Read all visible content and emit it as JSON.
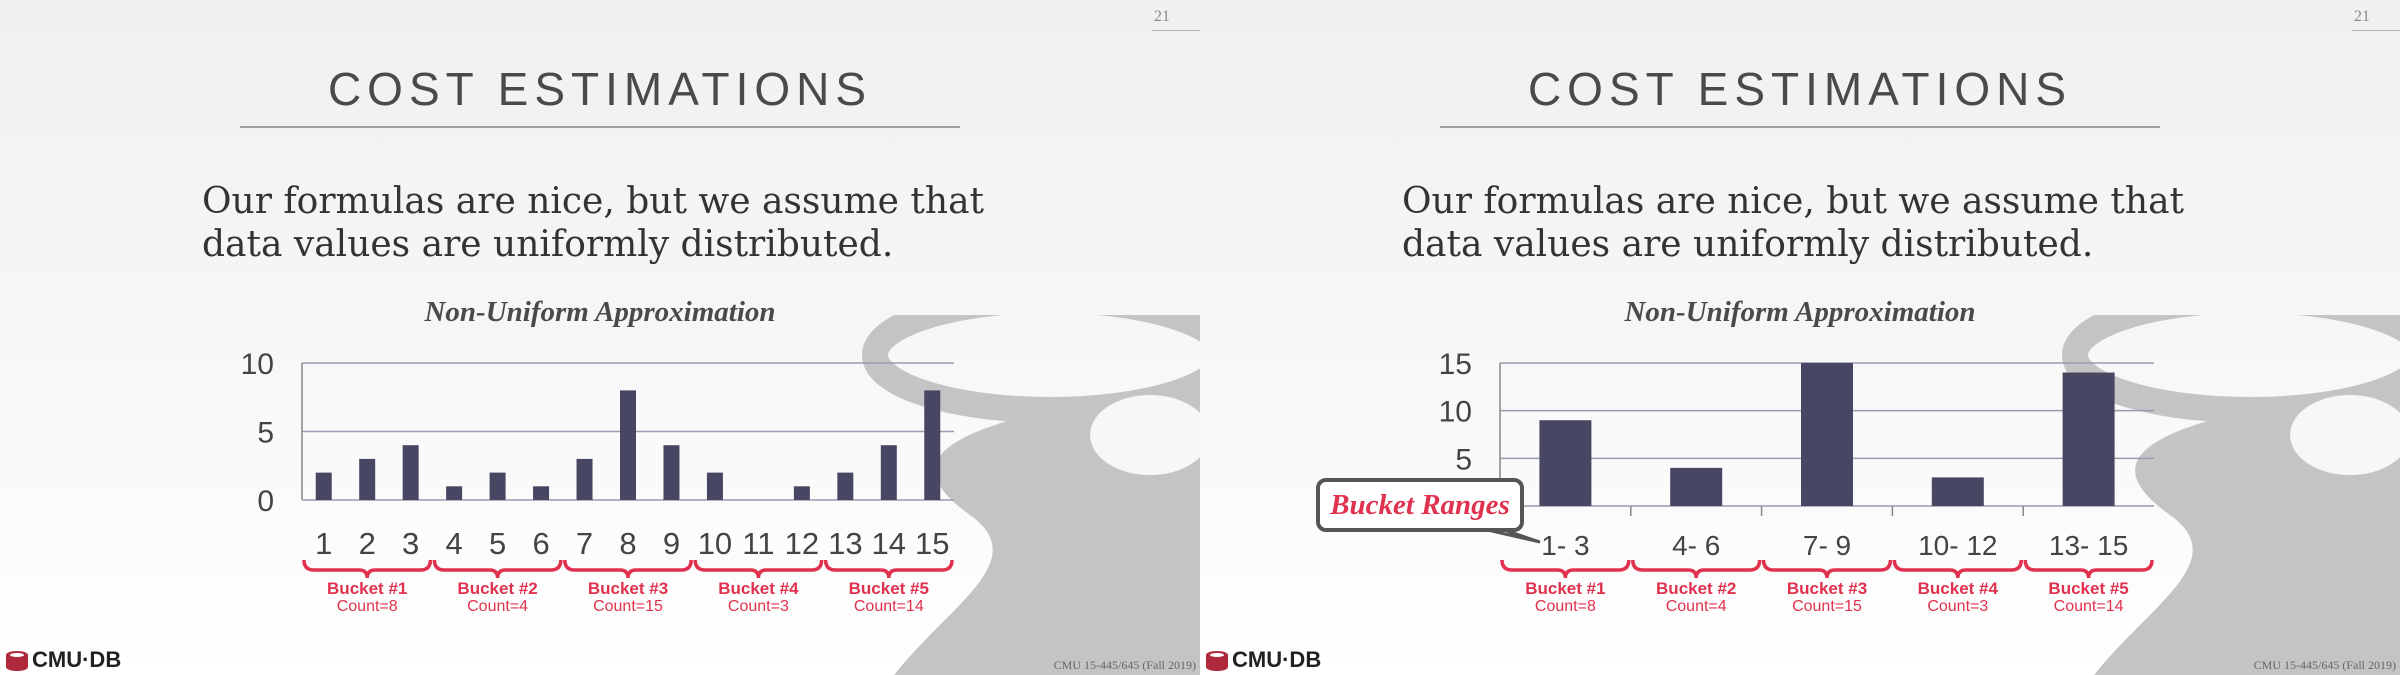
{
  "slides": [
    {
      "page_number": "21",
      "title": "COST ESTIMATIONS",
      "body": "Our formulas are nice, but we assume that data values are uniformly distributed.",
      "chart_title": "Non-Uniform Approximation",
      "logo": "CMU·DB",
      "footer": "CMU 15-445/645 (Fall 2019)",
      "buckets": [
        {
          "name": "Bucket #1",
          "count": "Count=8"
        },
        {
          "name": "Bucket #2",
          "count": "Count=4"
        },
        {
          "name": "Bucket #3",
          "count": "Count=15"
        },
        {
          "name": "Bucket #4",
          "count": "Count=3"
        },
        {
          "name": "Bucket #5",
          "count": "Count=14"
        }
      ]
    },
    {
      "page_number": "21",
      "title": "COST ESTIMATIONS",
      "body": "Our formulas are nice, but we assume that data values are uniformly distributed.",
      "chart_title": "Non-Uniform Approximation",
      "callout": "Bucket Ranges",
      "logo": "CMU·DB",
      "footer": "CMU 15-445/645 (Fall 2019)",
      "buckets": [
        {
          "name": "Bucket #1",
          "count": "Count=8"
        },
        {
          "name": "Bucket #2",
          "count": "Count=4"
        },
        {
          "name": "Bucket #3",
          "count": "Count=15"
        },
        {
          "name": "Bucket #4",
          "count": "Count=3"
        },
        {
          "name": "Bucket #5",
          "count": "Count=14"
        }
      ]
    }
  ],
  "colors": {
    "bar": "#474763",
    "accent": "#e0324e",
    "grid": "#9a9ab0",
    "deco": "#c4c4c4"
  },
  "chart_data": [
    {
      "type": "bar",
      "categories": [
        "1",
        "2",
        "3",
        "4",
        "5",
        "6",
        "7",
        "8",
        "9",
        "10",
        "11",
        "12",
        "13",
        "14",
        "15"
      ],
      "values": [
        2,
        3,
        4,
        1,
        2,
        1,
        3,
        8,
        4,
        2,
        0,
        1,
        2,
        4,
        8
      ],
      "yticks": [
        "0",
        "5",
        "10"
      ],
      "ylim": [
        0,
        10
      ]
    },
    {
      "type": "bar",
      "categories": [
        "1- 3",
        "4- 6",
        "7- 9",
        "10- 12",
        "13- 15"
      ],
      "values": [
        9,
        4,
        15,
        3,
        14
      ],
      "yticks": [
        "5",
        "10",
        "15"
      ],
      "ylim": [
        0,
        15
      ]
    }
  ]
}
